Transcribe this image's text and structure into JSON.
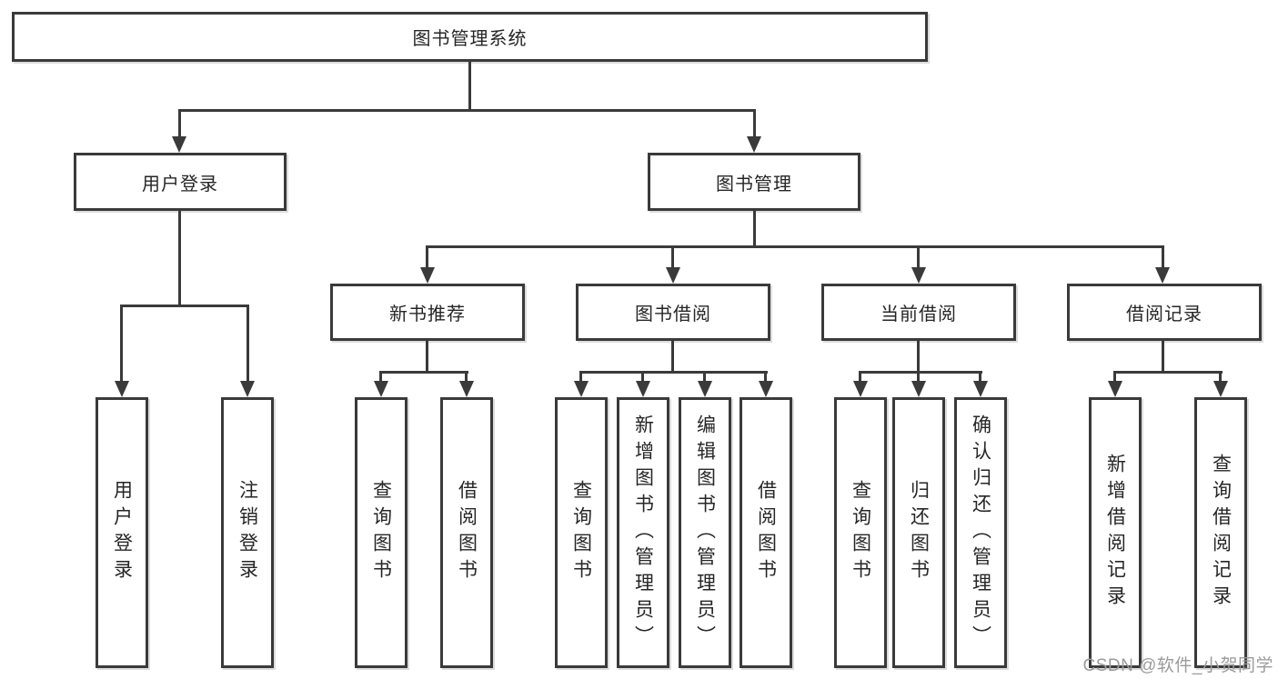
{
  "colors": {
    "line": "#3a3a3a",
    "box-border": "#3a3a3a",
    "text": "#262626",
    "background": "#ffffff",
    "watermark": "#9b9b9b"
  },
  "watermark": {
    "text": "CSDN @软件_小贺同学"
  },
  "diagram": {
    "root": {
      "label": "图书管理系统"
    },
    "level2": [
      {
        "label": "用户登录"
      },
      {
        "label": "图书管理"
      }
    ],
    "level3": [
      {
        "label": "新书推荐",
        "parent": "图书管理"
      },
      {
        "label": "图书借阅",
        "parent": "图书管理"
      },
      {
        "label": "当前借阅",
        "parent": "图书管理"
      },
      {
        "label": "借阅记录",
        "parent": "图书管理"
      }
    ],
    "leaves": [
      {
        "label": "用户登录",
        "parent": "用户登录"
      },
      {
        "label": "注销登录",
        "parent": "用户登录"
      },
      {
        "label": "查询图书",
        "parent": "新书推荐"
      },
      {
        "label": "借阅图书",
        "parent": "新书推荐"
      },
      {
        "label": "查询图书",
        "parent": "图书借阅"
      },
      {
        "label": "新增图书（管理员）",
        "parent": "图书借阅"
      },
      {
        "label": "编辑图书（管理员）",
        "parent": "图书借阅"
      },
      {
        "label": "借阅图书",
        "parent": "图书借阅"
      },
      {
        "label": "查询图书",
        "parent": "当前借阅"
      },
      {
        "label": "归还图书",
        "parent": "当前借阅"
      },
      {
        "label": "确认归还（管理员）",
        "parent": "当前借阅"
      },
      {
        "label": "新增借阅记录",
        "parent": "借阅记录"
      },
      {
        "label": "查询借阅记录",
        "parent": "借阅记录"
      }
    ]
  }
}
